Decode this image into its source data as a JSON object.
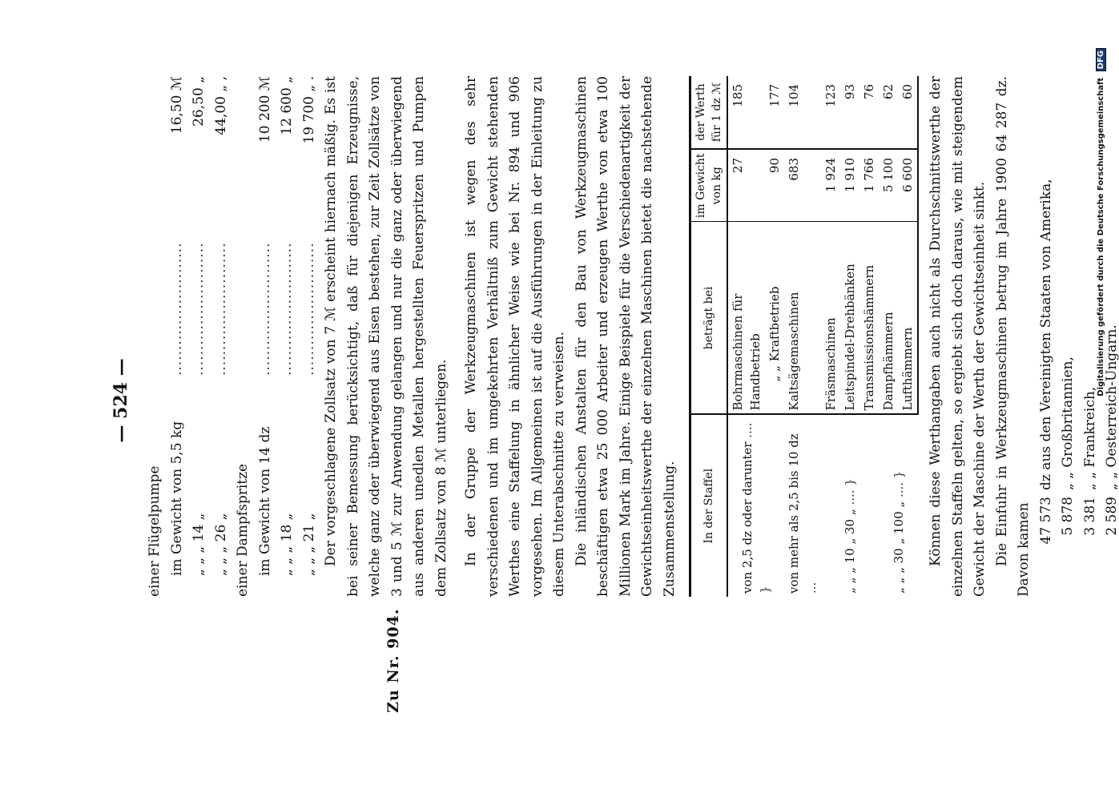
{
  "page_number": "— 524 —",
  "section_ref": "Zu Nr. 904.",
  "weights": {
    "spray_pump_label": "einer Flügelpumpe",
    "spray_pump_rows": [
      {
        "label": "im Gewicht von 5,5 kg",
        "value": "16,50 ℳ"
      },
      {
        "label": "„ „ „ 14 „",
        "value": "26,50 „"
      },
      {
        "label": "„ „ „ 26 „",
        "value": "44,00 „ ,"
      }
    ],
    "steam_label": "einer Dampfspritze",
    "steam_rows": [
      {
        "label": "im Gewicht von 14 dz",
        "value": "10 200 ℳ"
      },
      {
        "label": "„ „ „ 18 „",
        "value": "12 600 „"
      },
      {
        "label": "„ „ „ 21 „",
        "value": "19 700 „ ."
      }
    ]
  },
  "paragraphs": {
    "p1": "Der vorgeschlagene Zollsatz von 7 ℳ erscheint hiernach mäßig. Es ist bei seiner Bemessung berücksichtigt, daß für diejenigen Erzeugnisse, welche ganz oder überwiegend aus Eisen bestehen, zur Zeit Zollsätze von 3 und 5 ℳ zur Anwendung gelangen und nur die ganz oder überwiegend aus anderen unedlen Metallen hergestellten Feuerspritzen und Pumpen dem Zollsatz von 8 ℳ unterliegen.",
    "p2": "In der Gruppe der Werkzeugmaschinen ist wegen des sehr verschiedenen und im umgekehrten Verhältniß zum Gewicht stehenden Werthes eine Staffelung in ähnlicher Weise wie bei Nr. 894 und 906 vorgesehen. Im Allgemeinen ist auf die Ausführungen in der Einleitung zu diesem Unterabschnitte zu verweisen.",
    "p3": "Die inländischen Anstalten für den Bau von Werkzeugmaschinen beschäftigen etwa 25 000 Arbeiter und erzeugen Werthe von etwa 100 Millionen Mark im Jahre. Einige Beispiele für die Verschiedenartigkeit der Gewichtseinheitswerthe der einzelnen Maschinen bietet die nachstehende Zusammenstellung.",
    "p4": "Können diese Werthangaben auch nicht als Durchschnittswerthe der einzelnen Staffeln gelten, so ergiebt sich doch daraus, wie mit steigendem Gewicht der Maschine der Werth der Gewichtseinheit sinkt.",
    "p5": "Die Einfuhr in Werkzeugmaschinen betrug im Jahre 1900 64 287 dz. Davon kamen"
  },
  "table": {
    "headers": {
      "staffel": "In der Staffel",
      "betraegt": "beträgt bei",
      "gewicht": "im Gewicht von kg",
      "werth": "der Werth für 1 dz ℳ"
    },
    "groups": [
      {
        "staffel": "von 2,5 dz oder darunter",
        "rows": [
          {
            "machine": "Bohrmaschinen für Handbetrieb",
            "kg": "27",
            "value": "185"
          },
          {
            "machine": "„ „ Kraftbetrieb",
            "kg": "90",
            "value": "177"
          }
        ]
      },
      {
        "staffel": "von mehr als 2,5 bis 10 dz",
        "rows": [
          {
            "machine": "Kaltsägemaschinen",
            "kg": "683",
            "value": "104"
          }
        ]
      },
      {
        "staffel": "„ „ „ 10 „ 30 „",
        "rows": [
          {
            "machine": "Fräsmaschinen",
            "kg": "1 924",
            "value": "123"
          },
          {
            "machine": "Leitspindel-Drehbänken",
            "kg": "1 910",
            "value": "93"
          },
          {
            "machine": "Transmissionshämmern",
            "kg": "1 766",
            "value": "76"
          }
        ]
      },
      {
        "staffel": "„ „ „ 30 „ 100 „",
        "rows": [
          {
            "machine": "Dampfhämmern",
            "kg": "5 100",
            "value": "62"
          },
          {
            "machine": "Lufthämmern",
            "kg": "6 600",
            "value": "60"
          }
        ]
      }
    ]
  },
  "imports": [
    {
      "amount": "47 573",
      "text": "dz aus den Vereinigten Staaten von Amerika,"
    },
    {
      "amount": "5 878",
      "text": "„ „ Großbritannien,"
    },
    {
      "amount": "3 381",
      "text": "„ „ Frankreich,"
    },
    {
      "amount": "2 589",
      "text": "„ „ Oesterreich-Ungarn."
    }
  ],
  "footer": {
    "text": "Digitalisierung gefördert durch die Deutsche Forschungsgemeinschaft",
    "logo": "DFG"
  }
}
